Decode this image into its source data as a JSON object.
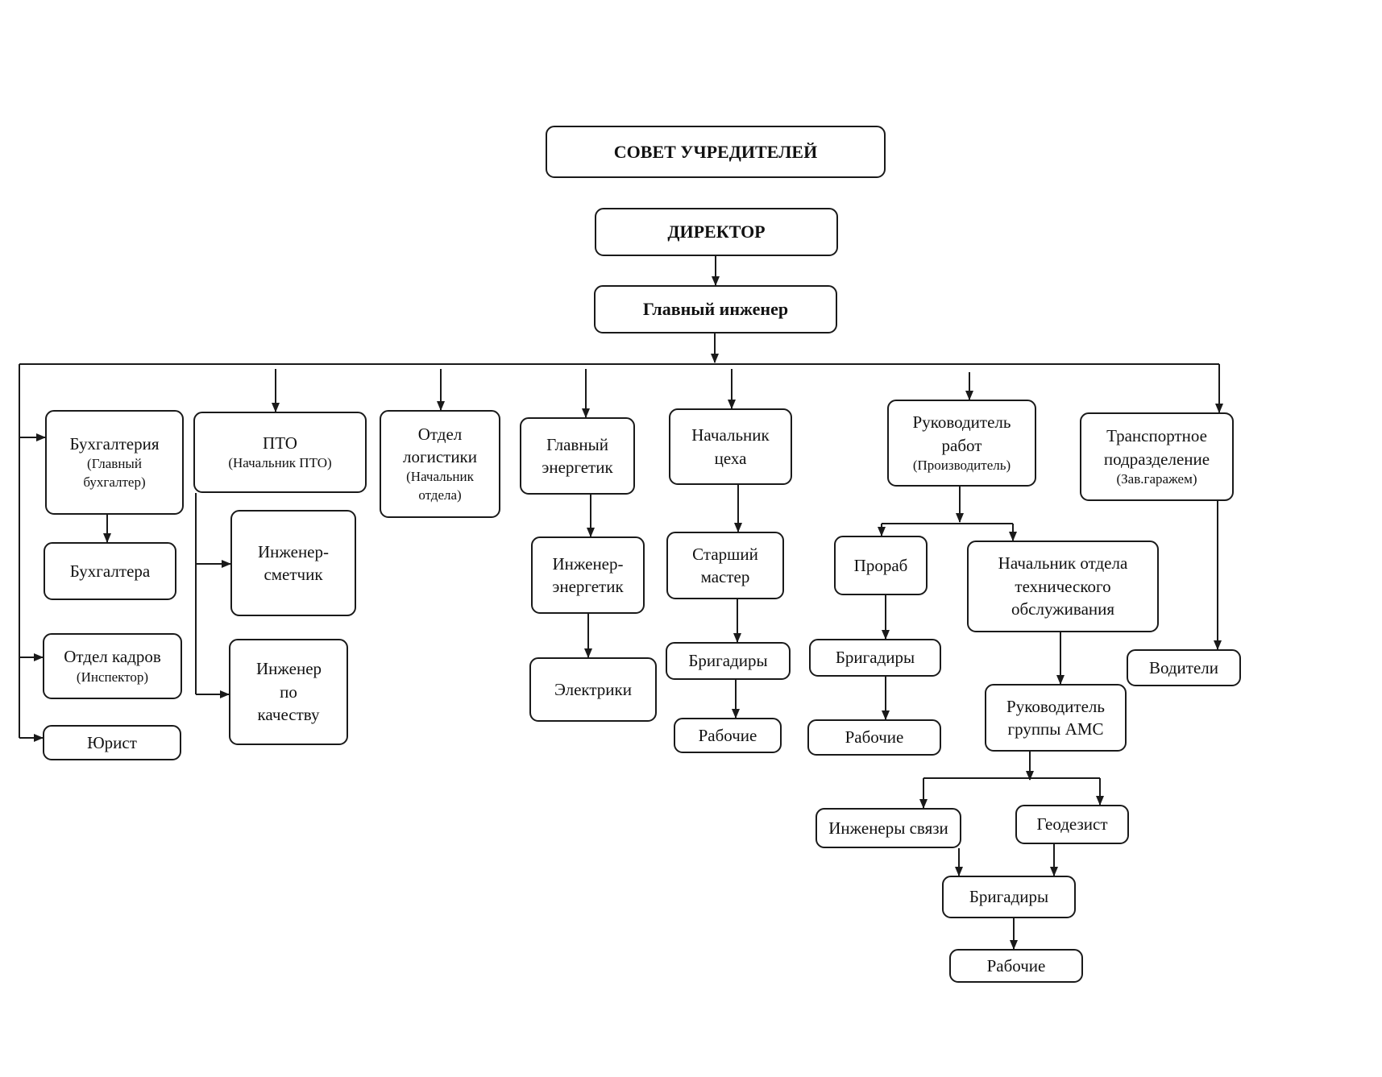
{
  "nodes": {
    "council": {
      "title": "СОВЕТ УЧРЕДИТЕЛЕЙ"
    },
    "director": {
      "title": "ДИРЕКТОР"
    },
    "chief_eng": {
      "title": "Главный инженер"
    },
    "accounting": {
      "title": "Бухгалтерия",
      "sub": "(Главный бухгалтер)"
    },
    "accountants": {
      "title": "Бухгалтера"
    },
    "hr": {
      "title": "Отдел кадров",
      "sub": "(Инспектор)"
    },
    "lawyer": {
      "title": "Юрист"
    },
    "pto": {
      "title": "ПТО",
      "sub": "(Начальник ПТО)"
    },
    "estimator": {
      "title": "Инженер-сметчик"
    },
    "quality": {
      "title": "Инженер по качеству"
    },
    "logistics": {
      "title": "Отдел логистики",
      "sub": "(Начальник отдела)"
    },
    "chief_power": {
      "title": "Главный энергетик"
    },
    "power_eng": {
      "title": "Инженер-энергетик"
    },
    "electricians": {
      "title": "Электрики"
    },
    "shop_head": {
      "title": "Начальник цеха"
    },
    "senior_master": {
      "title": "Старший мастер"
    },
    "foremen1": {
      "title": "Бригадиры"
    },
    "workers1": {
      "title": "Рабочие"
    },
    "works_head": {
      "title": "Руководитель работ",
      "sub": "(Производитель)"
    },
    "prorab": {
      "title": "Прораб"
    },
    "foremen2": {
      "title": "Бригадиры"
    },
    "workers2": {
      "title": "Рабочие"
    },
    "maintenance": {
      "title": "Начальник отдела технического обслуживания"
    },
    "ams_head": {
      "title": "Руководитель группы АМС"
    },
    "comm_eng": {
      "title": "Инженеры связи"
    },
    "geodesist": {
      "title": "Геодезист"
    },
    "foremen3": {
      "title": "Бригадиры"
    },
    "workers3": {
      "title": "Рабочие"
    },
    "transport": {
      "title": "Транспортное подразделение",
      "sub": "(Зав.гаражем)"
    },
    "drivers": {
      "title": "Водители"
    }
  }
}
